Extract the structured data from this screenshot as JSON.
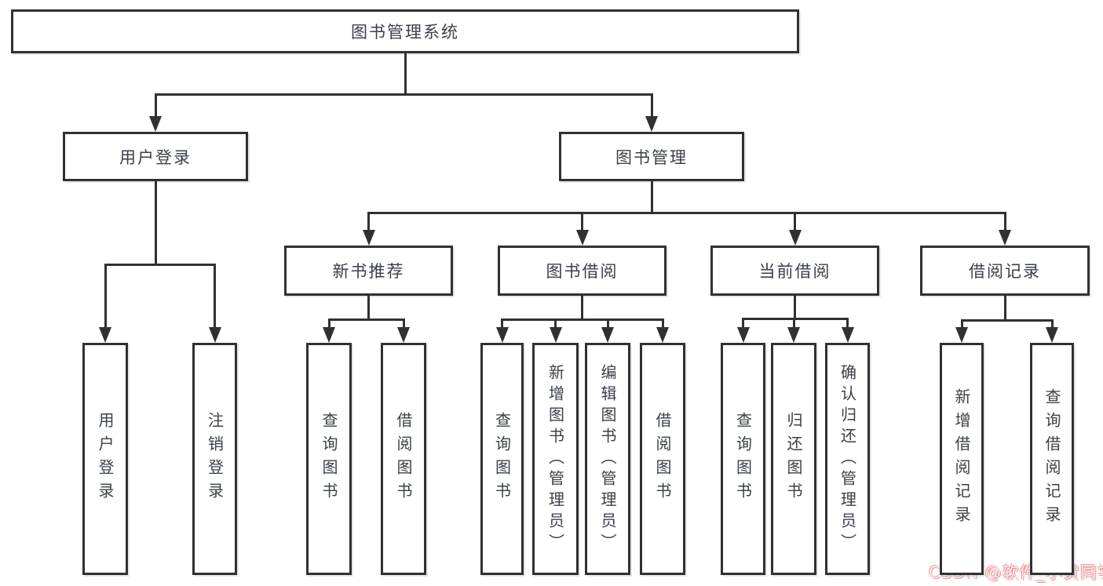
{
  "diagram_title": "图书管理系统",
  "colors": {
    "line": "#2f3135",
    "text": "#3b4049",
    "box_background": "#ffffff",
    "watermark_pink": "#e06c75"
  },
  "tree": {
    "id": "root",
    "label": "图书管理系统",
    "children": [
      {
        "id": "user-login",
        "label": "用户登录",
        "children": [
          {
            "id": "leaf-user-login",
            "label": "用户登录"
          },
          {
            "id": "leaf-logout",
            "label": "注销登录"
          }
        ]
      },
      {
        "id": "book-mgmt",
        "label": "图书管理",
        "children": [
          {
            "id": "new-books",
            "label": "新书推荐",
            "children": [
              {
                "id": "leaf-query-books-1",
                "label": "查询图书"
              },
              {
                "id": "leaf-borrow-books-1",
                "label": "借阅图书"
              }
            ]
          },
          {
            "id": "book-borrow",
            "label": "图书借阅",
            "children": [
              {
                "id": "leaf-query-books-2",
                "label": "查询图书"
              },
              {
                "id": "leaf-add-books",
                "label": "新增图书（管理员）"
              },
              {
                "id": "leaf-edit-books",
                "label": "编辑图书（管理员）"
              },
              {
                "id": "leaf-borrow-books-2",
                "label": "借阅图书"
              }
            ]
          },
          {
            "id": "current-borrow",
            "label": "当前借阅",
            "children": [
              {
                "id": "leaf-query-books-3",
                "label": "查询图书"
              },
              {
                "id": "leaf-return-books",
                "label": "归还图书"
              },
              {
                "id": "leaf-confirm-return",
                "label": "确认归还（管理员）"
              }
            ]
          },
          {
            "id": "borrow-records",
            "label": "借阅记录",
            "children": [
              {
                "id": "leaf-add-record",
                "label": "新增借阅记录"
              },
              {
                "id": "leaf-query-record",
                "label": "查询借阅记录"
              }
            ]
          }
        ]
      }
    ]
  },
  "watermark": {
    "text": "CSDN @软件_小贺同学"
  }
}
